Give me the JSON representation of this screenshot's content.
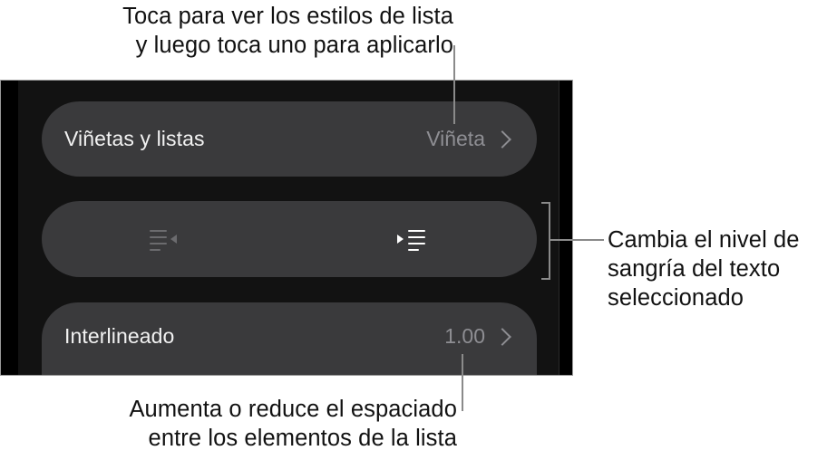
{
  "callouts": {
    "top": {
      "lines": [
        "Toca para ver los estilos de lista",
        "y luego toca uno para aplicarlo"
      ]
    },
    "right": {
      "lines": [
        "Cambia el nivel de",
        "sangría del texto",
        "seleccionado"
      ]
    },
    "bottom": {
      "lines": [
        "Aumenta o reduce el espaciado",
        "entre los elementos de la lista"
      ]
    }
  },
  "panel": {
    "rows": [
      {
        "id": "bullets-and-lists",
        "label": "Viñetas y listas",
        "value": "Viñeta",
        "icon": "chevron-right-icon"
      },
      {
        "id": "indent-controls",
        "buttons": [
          {
            "id": "decrease-indent",
            "icon": "outdent-icon",
            "enabled": false
          },
          {
            "id": "increase-indent",
            "icon": "indent-icon",
            "enabled": true
          }
        ]
      },
      {
        "id": "line-spacing",
        "label": "Interlineado",
        "value": "1.00",
        "icon": "chevron-right-icon"
      }
    ]
  },
  "colors": {
    "panel_background": "#121212",
    "row_background": "#3a3a3c",
    "label_text": "#f2f2f2",
    "value_text": "#8e8e93",
    "icon_disabled": "#6b6b6e",
    "icon_enabled": "#ffffff",
    "leader_line": "#8a8a8a",
    "callout_text": "#111111"
  }
}
